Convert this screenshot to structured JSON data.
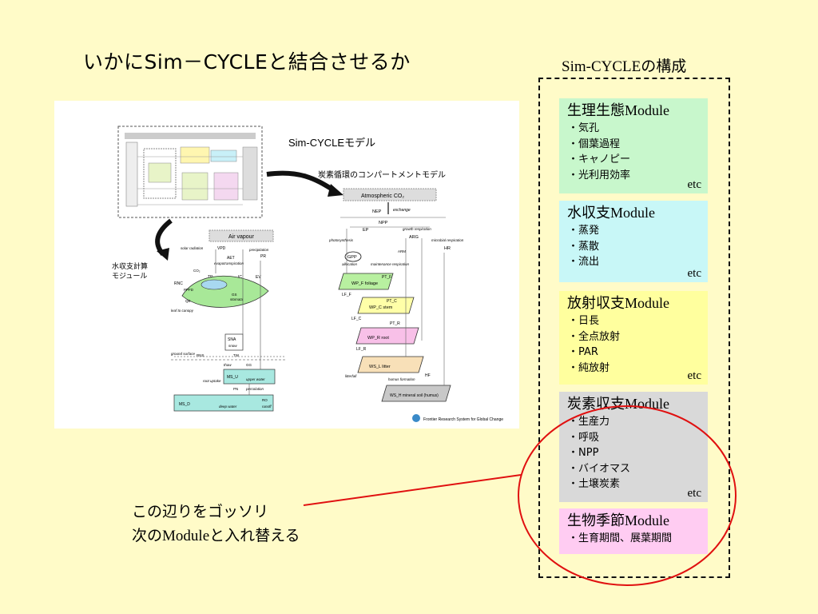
{
  "slide": {
    "title": "いかにSim－CYCLEと結合させるか",
    "side_title": "Sim-CYCLEの構成",
    "note": {
      "line1": "この辺りをゴッソリ",
      "line2_pre": "次の",
      "line2_en": "Module",
      "line2_post": "と入れ替える"
    }
  },
  "modules": [
    {
      "jp": "生理生態",
      "en": "Module",
      "items": [
        "気孔",
        "個葉過程",
        "キャノピー",
        "光利用効率"
      ],
      "etc": "etc",
      "color": "#c8f7cc"
    },
    {
      "jp": "水収支",
      "en": "Module",
      "items": [
        "蒸発",
        "蒸散",
        "流出"
      ],
      "etc": "etc",
      "color": "#c8f7f7"
    },
    {
      "jp": "放射収支",
      "en": "Module",
      "items": [
        "日長",
        "全点放射",
        "PAR",
        "純放射"
      ],
      "etc": "etc",
      "color": "#ffff9e"
    },
    {
      "jp": "炭素収支",
      "en": "Module",
      "items": [
        "生産力",
        "呼吸",
        "NPP",
        "バイオマス",
        "土壌炭素"
      ],
      "etc": "etc",
      "color": "#d9d9d9"
    },
    {
      "jp": "生物季節",
      "en": "Module",
      "items": [
        "生育期間、展葉期間"
      ],
      "color": "#ffccf2"
    }
  ],
  "figure": {
    "model_title": "Sim-CYCLEモデル",
    "carbon_title": "炭素循環のコンパートメントモデル",
    "water_title_1": "水収支計算",
    "water_title_2": "モジュール",
    "atmos": "Atmospheric CO₂",
    "air_vapour": "Air vapour",
    "carbon_boxes": [
      "WP_F foliage",
      "WP_C stem",
      "WP_R root",
      "WS_L litter",
      "WS_H mineral soil (humus)"
    ],
    "carbon_labels": [
      "NEP",
      "exchange",
      "NPP",
      "EP",
      "ARG",
      "HR",
      "GPP",
      "ARM",
      "LF_F",
      "LF_C",
      "LF_R",
      "PT_F",
      "PT_C",
      "PT_R",
      "HF",
      "litterfall",
      "humus formation",
      "allocation",
      "photosynthesis",
      "growth respiration",
      "microbial respiration",
      "maintenance respiration"
    ],
    "water_labels": [
      "solar radiation",
      "VPD",
      "AET",
      "evapotranspiration",
      "precipitation",
      "PR",
      "TR",
      "IC",
      "EV",
      "RNC",
      "PPFD",
      "QE",
      "CO₂",
      "stomata",
      "GS",
      "leaf to canopy",
      "SNA",
      "snow",
      "ground surface",
      "RNS",
      "TW",
      "thaw",
      "GG",
      "MS_U",
      "upper water",
      "root uptake",
      "PN",
      "percolation",
      "MS_D",
      "deep water",
      "RO",
      "runoff"
    ],
    "logo": "Frontier Research System for Global Change"
  }
}
